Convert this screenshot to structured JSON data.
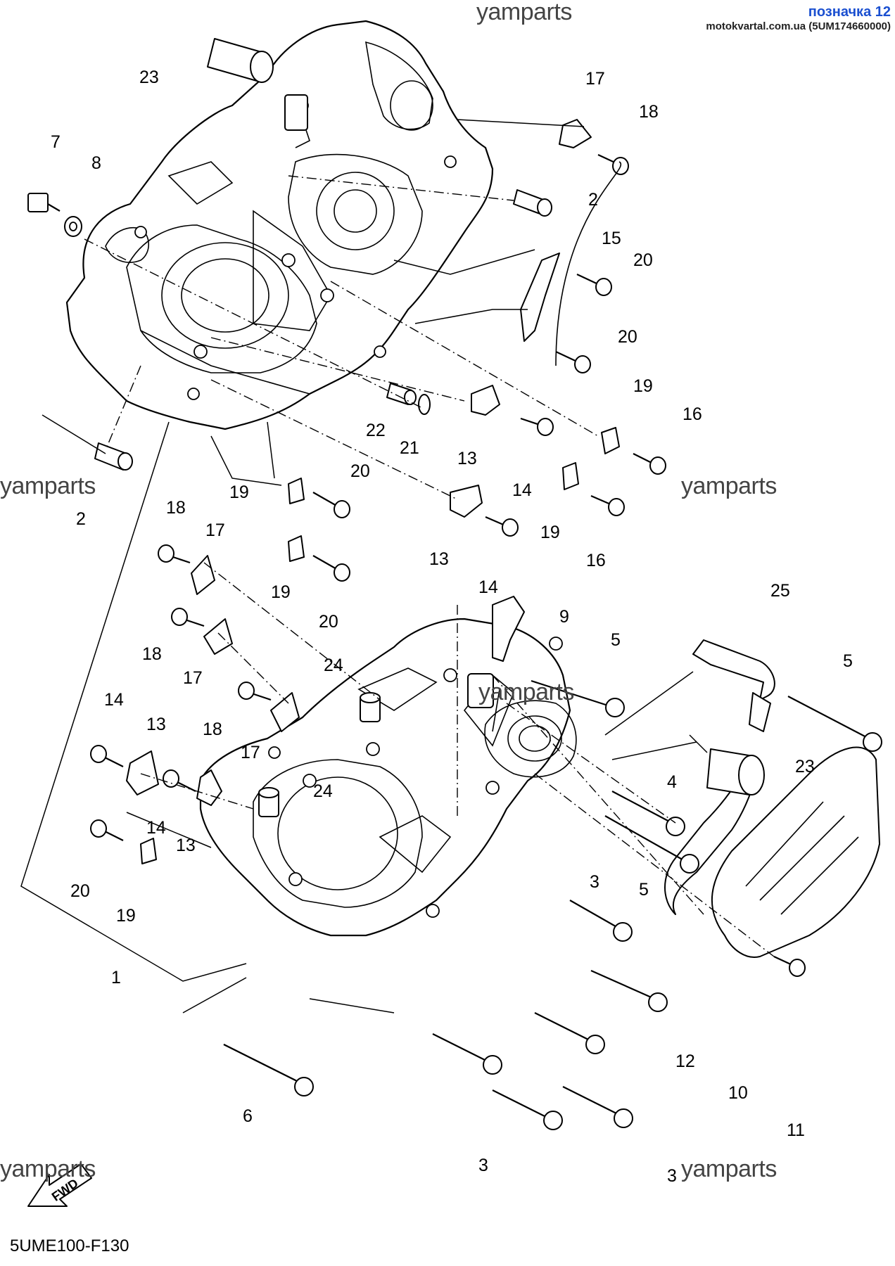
{
  "watermarks": [
    "yamparts",
    "yamparts",
    "yamparts",
    "yamparts",
    "yamparts",
    "yamparts"
  ],
  "badge": {
    "line1": "позначка 12",
    "line2": "motokvartal.com.ua (5UM174660000)"
  },
  "diagram_code": "5UME100-F130",
  "fwd_label": "FWD",
  "callouts": {
    "c1": "1",
    "c2a": "2",
    "c2b": "2",
    "c3a": "3",
    "c3b": "3",
    "c3c": "3",
    "c4": "4",
    "c5a": "5",
    "c5b": "5",
    "c5c": "5",
    "c6": "6",
    "c7": "7",
    "c8": "8",
    "c9": "9",
    "c10": "10",
    "c11": "11",
    "c12": "12",
    "c13a": "13",
    "c13b": "13",
    "c13c": "13",
    "c13d": "13",
    "c14a": "14",
    "c14b": "14",
    "c14c": "14",
    "c14d": "14",
    "c15": "15",
    "c16a": "16",
    "c16b": "16",
    "c17a": "17",
    "c17b": "17",
    "c17c": "17",
    "c17d": "17",
    "c18a": "18",
    "c18b": "18",
    "c18c": "18",
    "c18d": "18",
    "c19a": "19",
    "c19b": "19",
    "c19c": "19",
    "c19d": "19",
    "c19e": "19",
    "c20a": "20",
    "c20b": "20",
    "c20c": "20",
    "c20d": "20",
    "c20e": "20",
    "c21": "21",
    "c22": "22",
    "c23a": "23",
    "c23b": "23",
    "c24a": "24",
    "c24b": "24",
    "c25": "25"
  }
}
